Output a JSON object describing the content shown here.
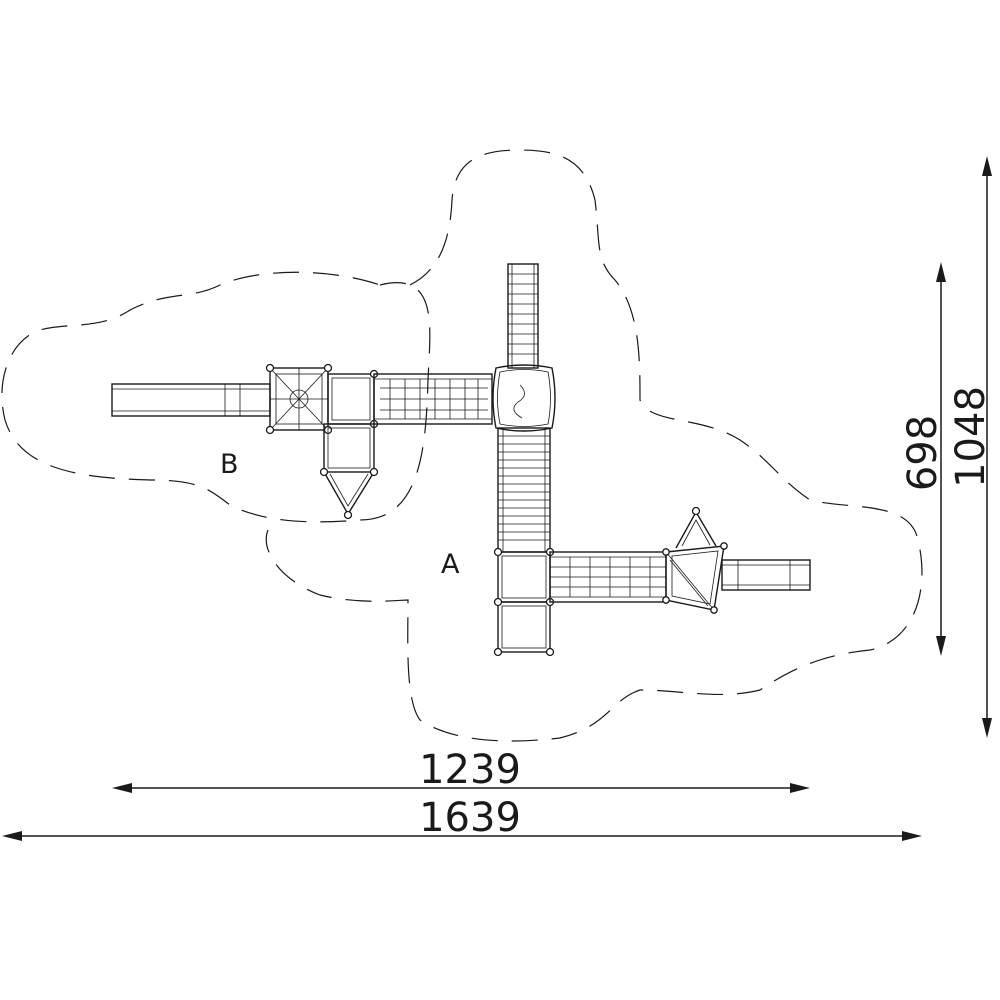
{
  "drawing": {
    "zone_labels": {
      "a": "A",
      "b": "B"
    },
    "dimensions": {
      "width_inner": "1239",
      "width_outer": "1639",
      "height_inner": "698",
      "height_outer": "1048"
    }
  }
}
